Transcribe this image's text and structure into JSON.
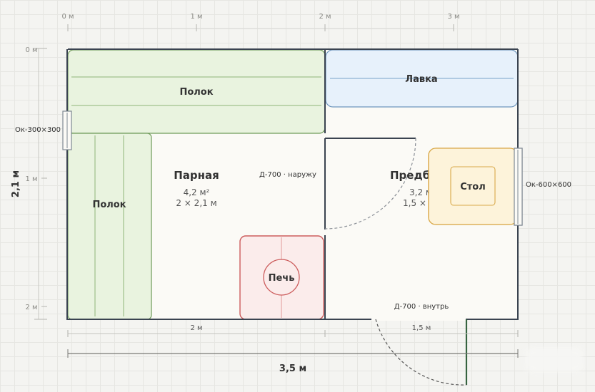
{
  "ruler_top": [
    "0 м",
    "1 м",
    "2 м",
    "3 м"
  ],
  "ruler_left": [
    "0 м",
    "1 м",
    "2 м"
  ],
  "height_label": "2,1 м",
  "steam_room": {
    "name": "Парная",
    "area": "4,2 м²",
    "dims": "2 × 2,1 м"
  },
  "anteroom": {
    "name": "Предба",
    "area": "3,2 м",
    "dims": "1,5 × 2"
  },
  "furniture": {
    "shelf_top": "Полок",
    "shelf_side": "Полок",
    "bench": "Лавка",
    "table": "Стол",
    "stove": "Печь"
  },
  "doors": {
    "inner": "Д-700 · наружу",
    "outer": "Д-700 · внутрь"
  },
  "windows": {
    "left": "Ок-300×300",
    "right": "Ок-600×600"
  },
  "dimensions": {
    "steam_width": "2 м",
    "ante_width": "1,5 м",
    "total": "3,5 м"
  },
  "colors": {
    "wall": "#3a4350",
    "floor": "#fbfaf6",
    "shelf_fill": "#e9f3df",
    "shelf_stroke": "#6f9a5a",
    "bench_fill": "#e7f1fb",
    "bench_stroke": "#6e96bd",
    "stove_fill": "#fbeceb",
    "stove_stroke": "#cc5c5c",
    "table_fill": "#fdf3da",
    "table_stroke": "#d9a94a",
    "outer_door": "#35633f"
  }
}
